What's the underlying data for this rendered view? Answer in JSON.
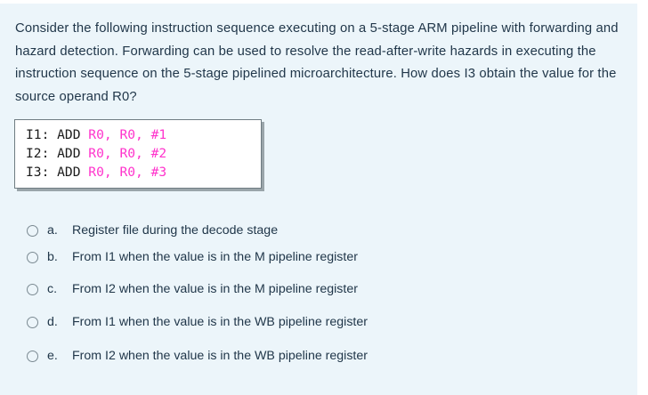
{
  "background": {
    "panel_color": "#ecf5fa",
    "page_color": "#ffffff",
    "text_color": "#21374a"
  },
  "question": {
    "text": "Consider the following instruction sequence executing on a 5-stage ARM pipeline with forwarding and hazard detection. Forwarding can be used to resolve the read-after-write hazards in executing the instruction sequence on the 5-stage pipelined microarchitecture. How does I3 obtain the value for the source operand R0?"
  },
  "code_block": {
    "operand_color": "#ff33cc",
    "mnemonic_color": "#1b1b1b",
    "lines": [
      {
        "label": "I1: ADD ",
        "operands": "R0, R0, #1"
      },
      {
        "label": "I2: ADD ",
        "operands": "R0, R0, #2"
      },
      {
        "label": "I3: ADD ",
        "operands": "R0, R0, #3"
      }
    ]
  },
  "options": [
    {
      "letter": "a.",
      "text": "Register file during the decode stage",
      "selected": false
    },
    {
      "letter": "b.",
      "text": "From I1 when the value is in the M pipeline register",
      "selected": false
    },
    {
      "letter": "c.",
      "text": "From I2 when the value is in the M pipeline register",
      "selected": false
    },
    {
      "letter": "d.",
      "text": "From I1 when the value is in the WB pipeline register",
      "selected": false
    },
    {
      "letter": "e.",
      "text": "From I2 when the value is in the WB pipeline register",
      "selected": false
    }
  ]
}
